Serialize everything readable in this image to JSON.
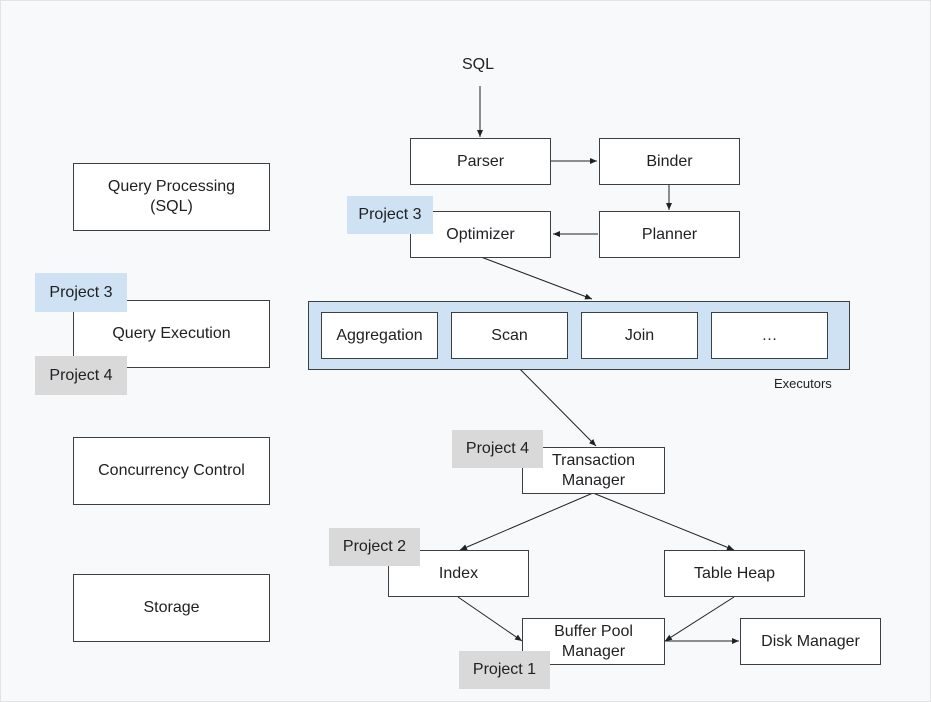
{
  "diagram": {
    "sql_label": "SQL",
    "layers": [
      {
        "label": "Query Processing\n(SQL)"
      },
      {
        "label": "Query Execution"
      },
      {
        "label": "Concurrency Control"
      },
      {
        "label": "Storage"
      }
    ],
    "components": {
      "parser": "Parser",
      "binder": "Binder",
      "optimizer": "Optimizer",
      "planner": "Planner",
      "aggregation": "Aggregation",
      "scan": "Scan",
      "join": "Join",
      "more": "…",
      "executors": "Executors",
      "transaction_manager": "Transaction\nManager",
      "index": "Index",
      "table_heap": "Table Heap",
      "buffer_pool_manager": "Buffer Pool\nManager",
      "disk_manager": "Disk Manager"
    },
    "tags": {
      "optimizer_project": "Project 3",
      "execution_project_a": "Project 3",
      "execution_project_b": "Project 4",
      "transaction_project": "Project 4",
      "index_project": "Project 2",
      "buffer_pool_project": "Project 1"
    },
    "colors": {
      "blue_tag": "#cfe2f3",
      "gray_tag": "#d9d9d9",
      "line": "#202124"
    }
  }
}
